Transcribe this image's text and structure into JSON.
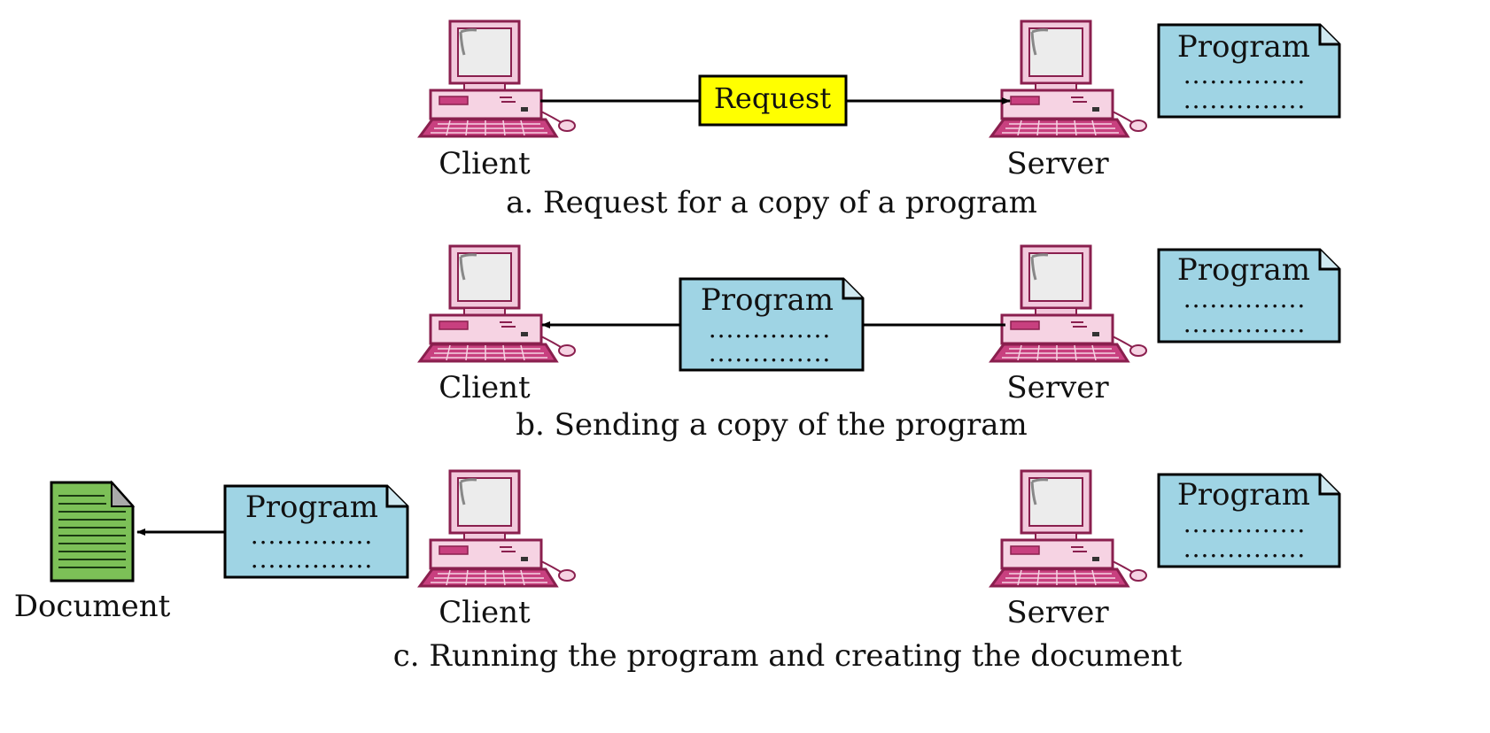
{
  "colors": {
    "monitor_frame": "#f2c9dc",
    "monitor_outline": "#8a1f4e",
    "computer_case": "#f6d3e3",
    "keyboard": "#c8407f",
    "program_doc_fill": "#9fd4e4",
    "request_fill": "#ffff00",
    "document_fill": "#7cc057",
    "arrow": "#000000"
  },
  "program_doc": {
    "title": "Program",
    "line1": "..............",
    "line2": ".............."
  },
  "request_label": "Request",
  "client_label": "Client",
  "server_label": "Server",
  "document_label": "Document",
  "panels": {
    "a": {
      "caption": "a. Request for  a copy of a program"
    },
    "b": {
      "caption": "b. Sending a copy of the program"
    },
    "c": {
      "caption": "c. Running the program and creating the document"
    }
  }
}
